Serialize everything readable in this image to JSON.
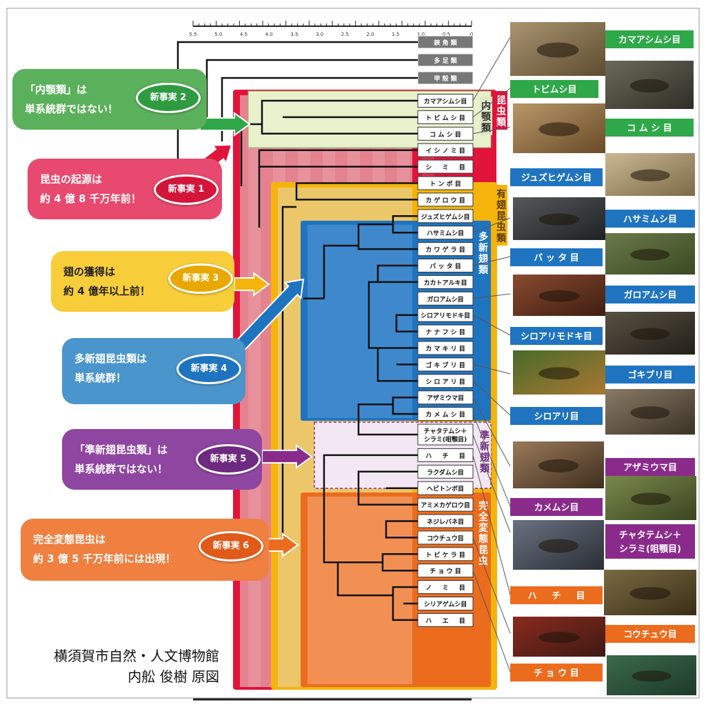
{
  "axis": {
    "ticks": [
      "5.5",
      "5.0",
      "4.5",
      "4.0",
      "3.5",
      "3.0",
      "2.5",
      "2.0",
      "1.5",
      "1.0",
      "0.5",
      "0"
    ]
  },
  "outgroups": [
    "鋏 角 類",
    "多 足 類",
    "甲 殻 類"
  ],
  "taxa": [
    {
      "label": "カマアシムシ目",
      "group": "entognatha"
    },
    {
      "label": "ト ビ ム シ 目",
      "group": "entognatha"
    },
    {
      "label": "コ ム シ 目",
      "group": "entognatha"
    },
    {
      "label": "イ シ ノ ミ 目",
      "group": "insecta"
    },
    {
      "label": "シ 　 ミ 　 目",
      "group": "insecta"
    },
    {
      "label": "ト ン ボ 目",
      "group": "pterygota"
    },
    {
      "label": "カ ゲ ロ ウ 目",
      "group": "pterygota"
    },
    {
      "label": "ジュズヒゲムシ目",
      "group": "polyneoptera"
    },
    {
      "label": "ハサミムシ目",
      "group": "polyneoptera"
    },
    {
      "label": "カ ワ ゲ ラ 目",
      "group": "polyneoptera"
    },
    {
      "label": "バ ッ タ 目",
      "group": "polyneoptera"
    },
    {
      "label": "カカトアルキ目",
      "group": "polyneoptera"
    },
    {
      "label": "ガロアムシ目",
      "group": "polyneoptera"
    },
    {
      "label": "シロアリモドキ目",
      "group": "polyneoptera"
    },
    {
      "label": "ナ ナ フ シ 目",
      "group": "polyneoptera"
    },
    {
      "label": "カ マ キ リ 目",
      "group": "polyneoptera"
    },
    {
      "label": "ゴ キ ブ リ 目",
      "group": "polyneoptera"
    },
    {
      "label": "シ ロ ア リ 目",
      "group": "polyneoptera"
    },
    {
      "label": "アザミウマ目",
      "group": "paraneoptera"
    },
    {
      "label": "カ メ ム シ 目",
      "group": "paraneoptera"
    },
    {
      "label": "チャタテムシ＋\nシラミ(咀顎目)",
      "group": "paraneoptera"
    },
    {
      "label": "ハ 　 チ 　 目",
      "group": "holometabola"
    },
    {
      "label": "ラクダムシ目",
      "group": "holometabola"
    },
    {
      "label": "ヘビトンボ目",
      "group": "holometabola"
    },
    {
      "label": "アミメカゲロウ目",
      "group": "holometabola"
    },
    {
      "label": "ネジレバネ目",
      "group": "holometabola"
    },
    {
      "label": "コウチュウ目",
      "group": "holometabola"
    },
    {
      "label": "ト ビ ケ ラ 目",
      "group": "holometabola"
    },
    {
      "label": "チ ョ ウ 目",
      "group": "holometabola"
    },
    {
      "label": "ノ 　 ミ 　 目",
      "group": "holometabola"
    },
    {
      "label": "シリアゲムシ目",
      "group": "holometabola"
    },
    {
      "label": "ハ 　 エ 　 目",
      "group": "holometabola"
    }
  ],
  "group_labels": {
    "insecta": "昆虫類",
    "entognatha": "内顎類",
    "pterygota": "有翅昆虫類",
    "polyneoptera": "多新翅類",
    "paraneoptera": "準新翅類",
    "holometabola": "完全変態昆虫"
  },
  "callouts": [
    {
      "text": "「内顎類」は\n単系統群ではない！",
      "badge": "新事実 2"
    },
    {
      "text": "昆虫の起源は\n約 4 億 8 千万年前！",
      "badge": "新事実 1"
    },
    {
      "text": "翅の獲得は\n約 4 億年以上前！",
      "badge": "新事実 3"
    },
    {
      "text": "多新翅昆虫類は\n単系統群！",
      "badge": "新事実 4"
    },
    {
      "text": "「準新翅昆虫類」は\n単系統群ではない！",
      "badge": "新事実 5"
    },
    {
      "text": "完全変態昆虫は\n約 3 億 5 千万年前には出現！",
      "badge": "新事実 6"
    }
  ],
  "photo_labels": [
    "カマアシムシ目",
    "トビムシ目",
    "コ ム シ 目",
    "ジュズヒゲムシ目",
    "ハサミムシ目",
    "バ ッ タ 目",
    "ガロアムシ目",
    "シロアリモドキ目",
    "ゴキブリ目",
    "シロアリ目",
    "アザミウマ目",
    "カメムシ目",
    "チャタテムシ＋\nシラミ(咀顎目)",
    "ハ 　 チ 　 目",
    "コウチュウ目",
    "チ ョ ウ 目"
  ],
  "credit": {
    "line1": "横須賀市自然・人文博物館",
    "line2": "内舩 俊樹 原図"
  },
  "colors": {
    "insecta": "#e0133a",
    "entognatha": "#66b446",
    "pterygota": "#f4b40c",
    "polyneoptera": "#1f74c0",
    "paraneoptera": "#8a2b8c",
    "holometabola": "#ec6c1e",
    "green_box": "#5bb05b",
    "pink_box": "#e8496e",
    "yellow_box": "#f7cd3a",
    "blue_box": "#4a95cc",
    "purple_box": "#8e46a0",
    "orange_box": "#f08040"
  }
}
